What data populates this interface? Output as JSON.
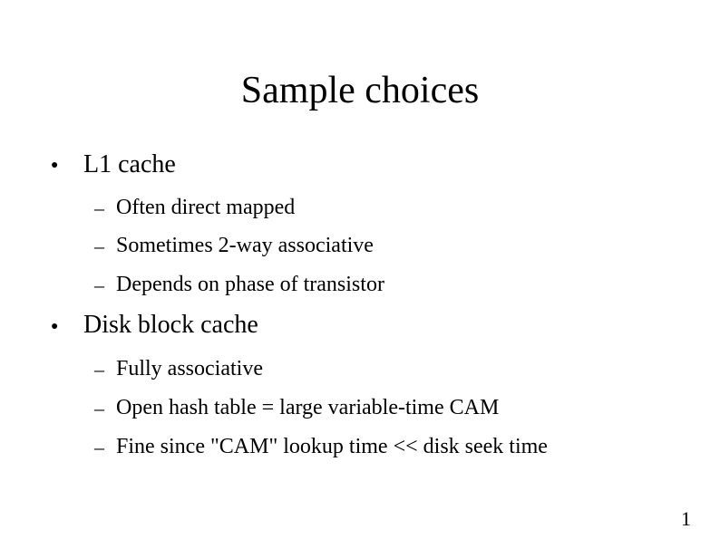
{
  "slide": {
    "title": "Sample choices",
    "page_number": "1",
    "bullet_glyph": "●",
    "dash_glyph": "–",
    "bullets": [
      {
        "text": "L1 cache",
        "subitems": [
          "Often direct mapped",
          "Sometimes 2-way associative",
          "Depends on phase of transistor"
        ]
      },
      {
        "text": "Disk block cache",
        "subitems": [
          "Fully associative",
          "Open hash table = large variable-time CAM",
          "Fine since \"CAM\" lookup time << disk seek time"
        ]
      }
    ]
  }
}
